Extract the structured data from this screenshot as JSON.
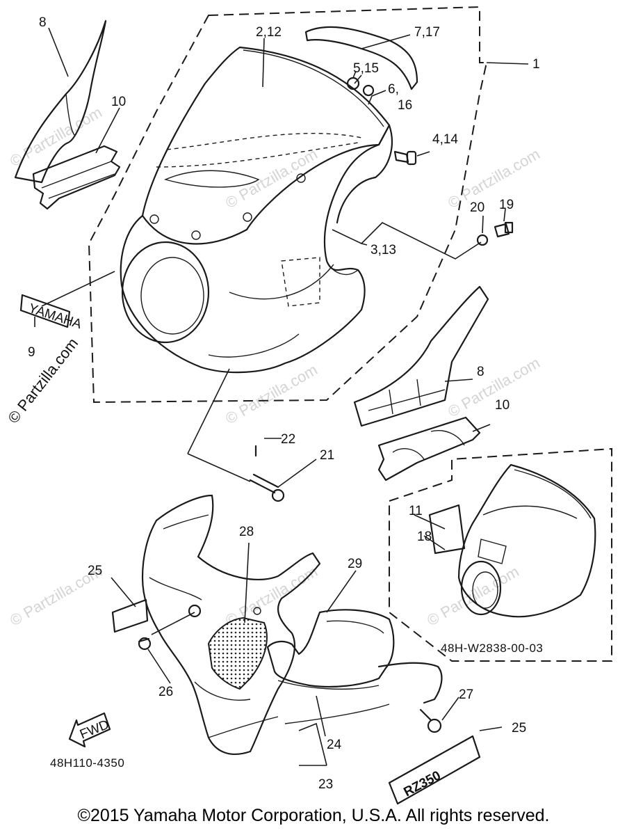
{
  "callouts": {
    "c1": "1",
    "c2_12": "2,12",
    "c3_13": "3,13",
    "c4_14": "4,14",
    "c5_15": "5,15",
    "c6_16_a": "6,",
    "c6_16_b": "16",
    "c7_17": "7,17",
    "c8_top": "8",
    "c8_right": "8",
    "c9": "9",
    "c10_left": "10",
    "c10_right": "10",
    "c11": "11",
    "c18": "18",
    "c19": "19",
    "c20": "20",
    "c21": "21",
    "c22": "22",
    "c23": "23",
    "c24": "24",
    "c25_left": "25",
    "c25_right": "25",
    "c26": "26",
    "c27": "27",
    "c28": "28",
    "c29": "29"
  },
  "labels": {
    "emblem_yamaha": "YAMAHA",
    "fwd": "FWD",
    "rz350_decal": "RZ350",
    "kit_part_number": "48H-W2838-00-03",
    "diagram_code": "48H110-4350"
  },
  "watermarks": {
    "side": "© Partzilla.com",
    "tile": "© Partzilla.com"
  },
  "copyright": "©2015 Yamaha Motor Corporation, U.S.A. All rights reserved."
}
